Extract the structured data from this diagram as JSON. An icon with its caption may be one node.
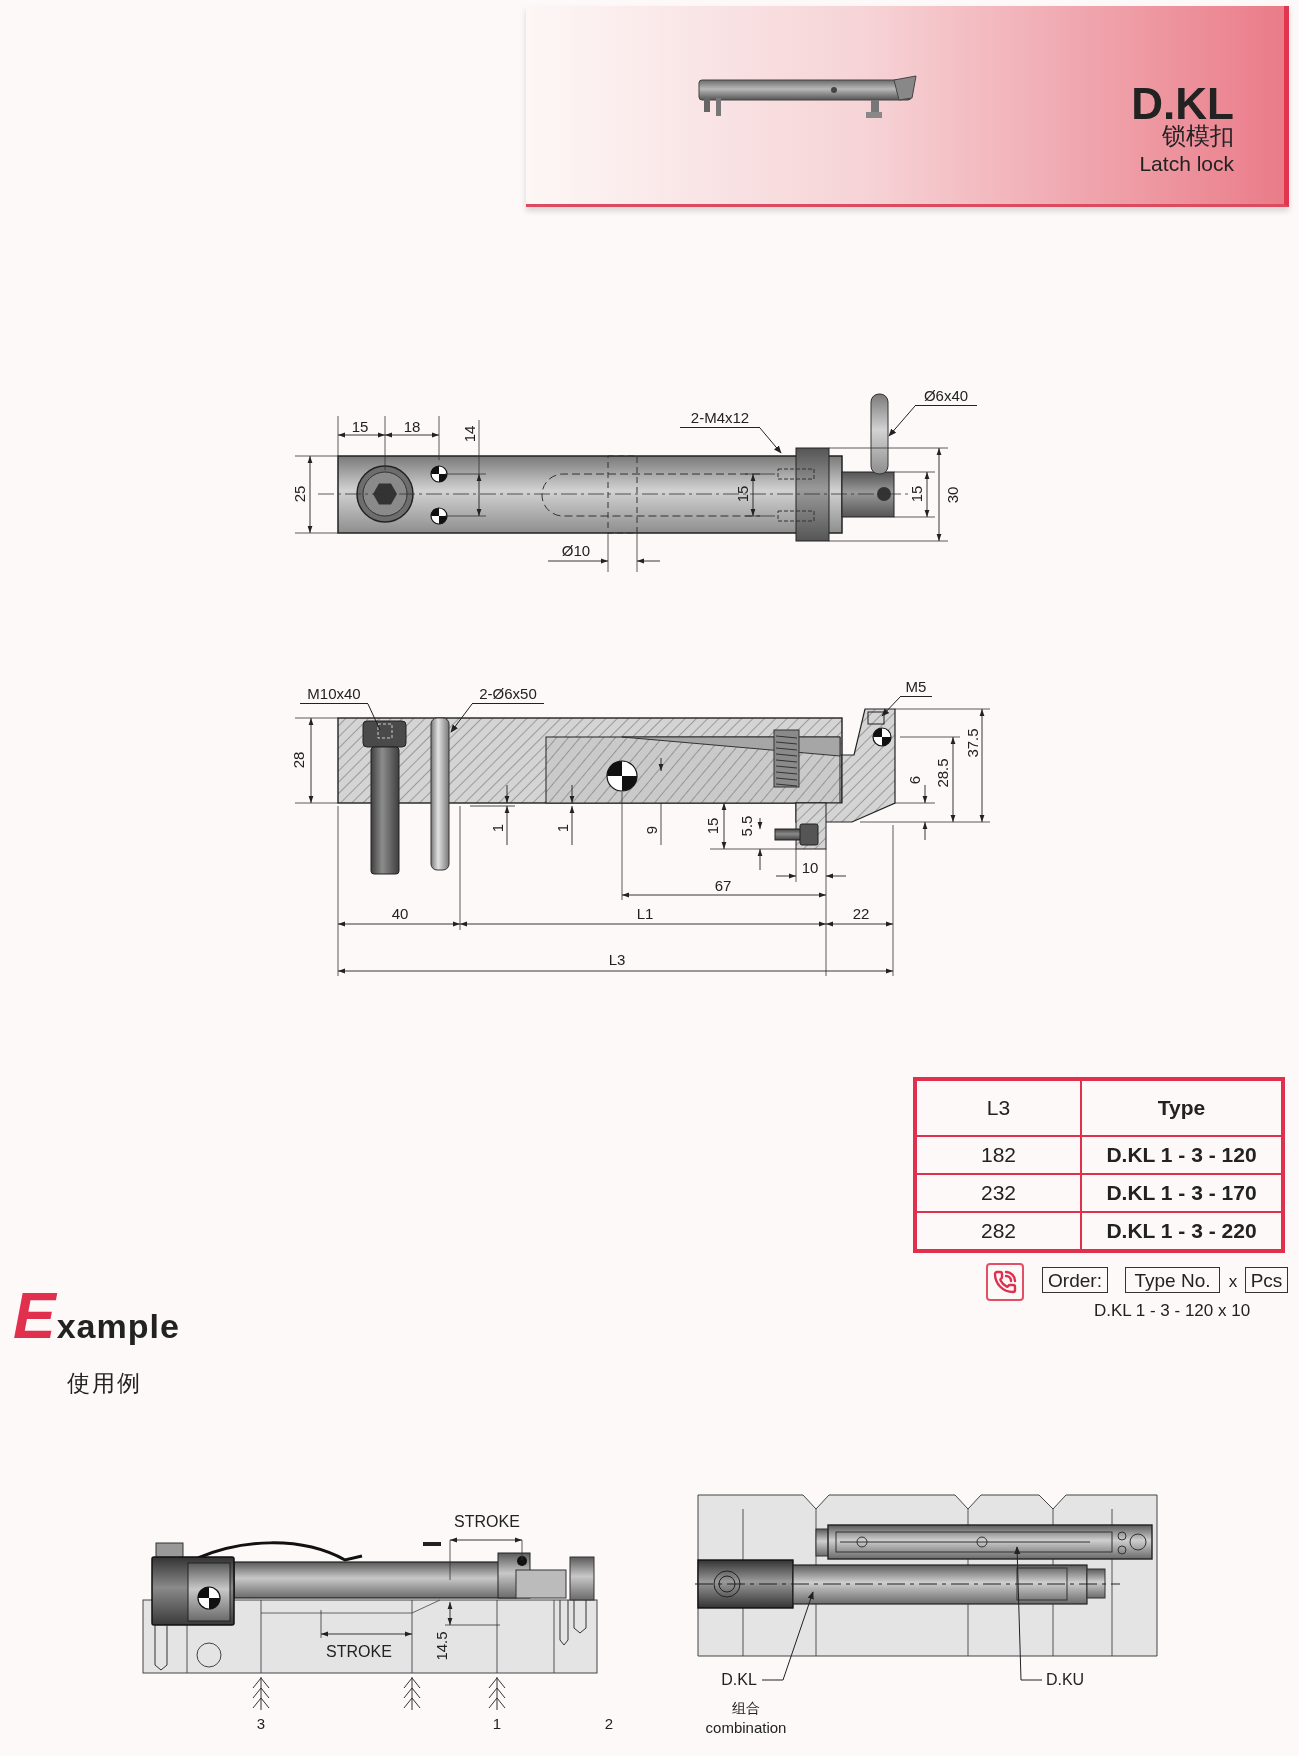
{
  "diagram": {
    "title": "D.KL",
    "nodes": [
      {
        "text": [
          "2-M4x12"
        ]
      },
      {
        "text": [
          "Ø6x40"
        ]
      },
      {
        "text": [
          "M10x40"
        ]
      },
      {
        "text": [
          "2-Ø6x50"
        ]
      },
      {
        "text": [
          "M5"
        ]
      },
      {
        "text": [
          "Order:"
        ]
      },
      {
        "text": [
          "Type No."
        ]
      },
      {
        "text": [
          "Pcs"
        ]
      },
      {
        "text": [
          "D.KL"
        ]
      },
      {
        "text": [
          "D.KU"
        ]
      }
    ],
    "edges": [
      {
        "from": 0,
        "to": null,
        "arrow": "to"
      },
      {
        "from": 1,
        "to": null,
        "arrow": "to"
      },
      {
        "from": 2,
        "to": null,
        "arrow": "none"
      },
      {
        "from": 3,
        "to": null,
        "arrow": "to"
      },
      {
        "from": 4,
        "to": null,
        "arrow": "to"
      },
      {
        "from": 8,
        "to": null,
        "arrow": "to"
      },
      {
        "from": 9,
        "to": null,
        "arrow": "to"
      }
    ],
    "labels": [
      "锁模扣",
      "Latch lock",
      "15",
      "18",
      "14",
      "25",
      "15",
      "15",
      "30",
      "Ø10",
      "28",
      "1",
      "1",
      "9",
      "15",
      "5.5",
      "6",
      "28.5",
      "37.5",
      "10",
      "67",
      "40",
      "L1",
      "22",
      "L3",
      "L3",
      "Type",
      "182",
      "D.KL 1 - 3 - 120",
      "232",
      "D.KL 1 - 3 - 170",
      "282",
      "D.KL 1 - 3 - 220",
      "x",
      "D.KL 1 - 3 - 120 x 10",
      "Example",
      "使用例",
      "STROKE",
      "STROKE",
      "14.5",
      "3",
      "1",
      "2",
      "组合",
      "combination"
    ]
  }
}
